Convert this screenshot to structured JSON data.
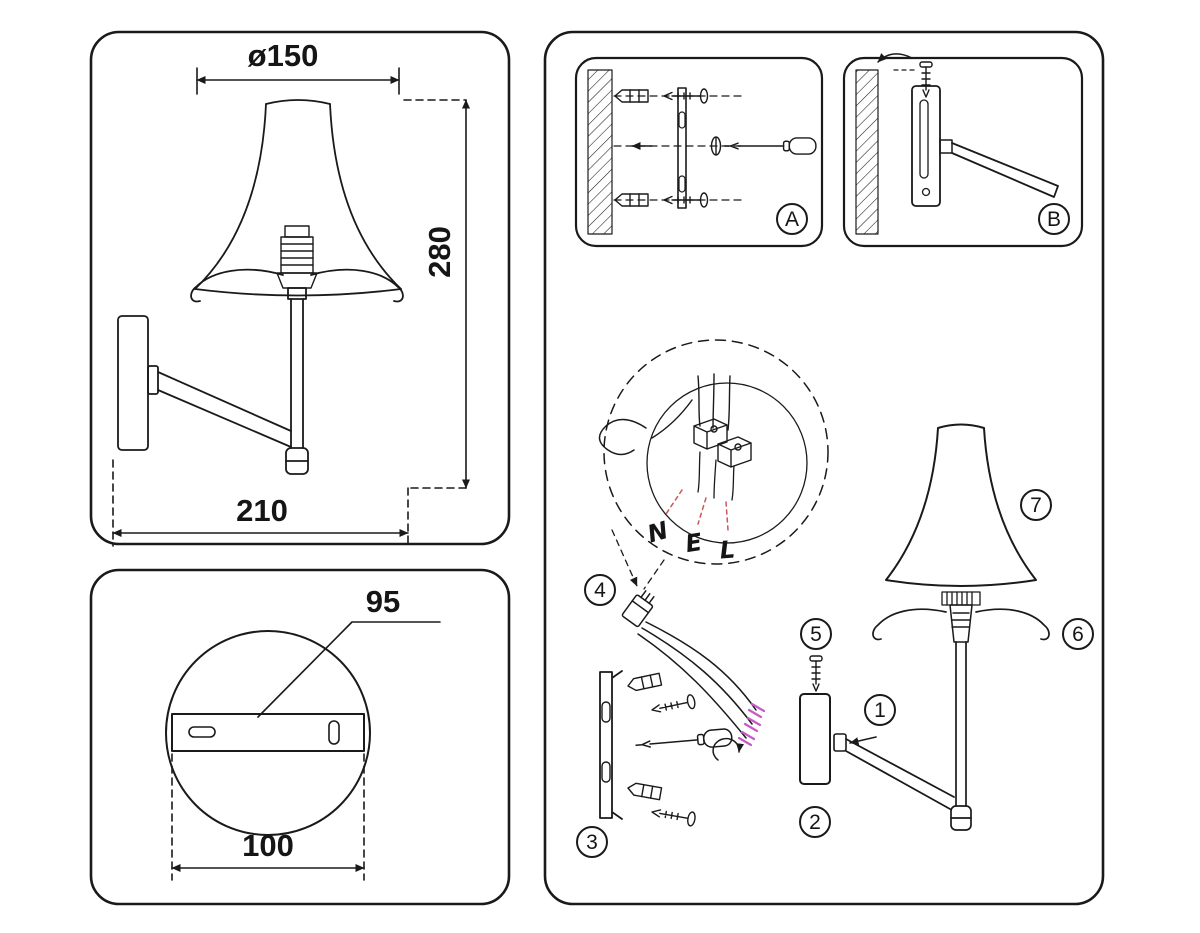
{
  "front_view": {
    "diameter": "ø150",
    "height": "280",
    "width": "210"
  },
  "base_view": {
    "hole_dim": "95",
    "plate_dim": "100"
  },
  "steps": {
    "a": "A",
    "b": "B"
  },
  "wiring": {
    "n": "N",
    "e": "E",
    "l": "L"
  },
  "parts": {
    "p1": "1",
    "p2": "2",
    "p3": "3",
    "p4": "4",
    "p5": "5",
    "p6": "6",
    "p7": "7"
  },
  "colors": {
    "ink": "#1a1a1a",
    "wire_end_marker": "#c65bc6",
    "wire_leader": "#d05555"
  }
}
